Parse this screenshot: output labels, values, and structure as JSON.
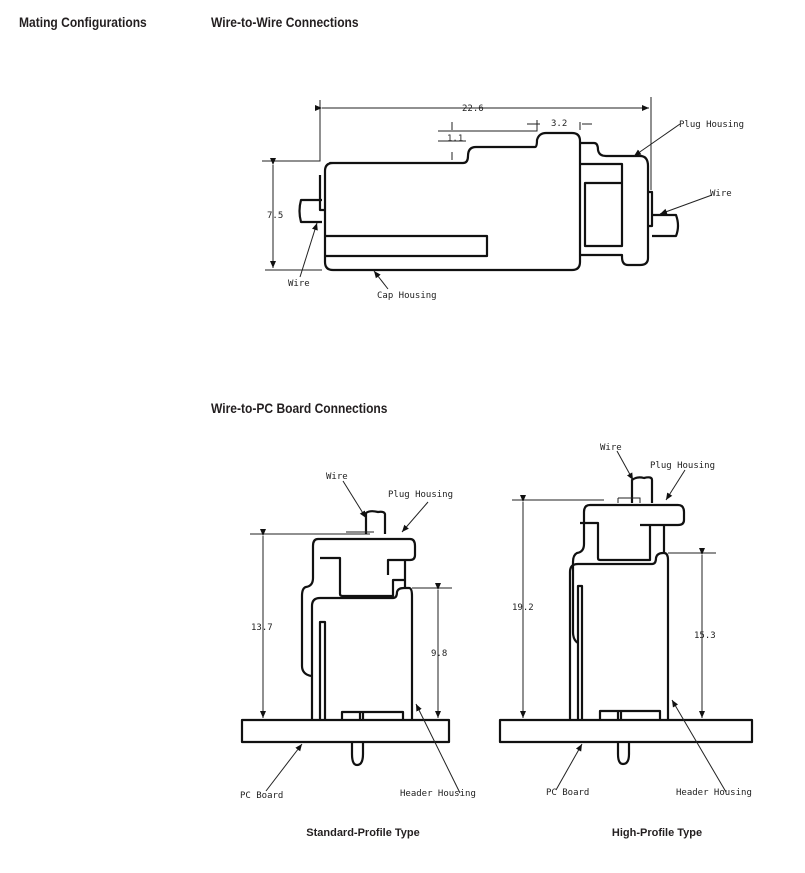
{
  "section_title": "Mating Configurations",
  "wire_to_wire": {
    "title": "Wire-to-Wire Connections",
    "labels": {
      "wire_left": "Wire",
      "cap_housing": "Cap Housing",
      "plug_housing": "Plug Housing",
      "wire_right": "Wire"
    },
    "dims": {
      "length": "22.6",
      "step": "3.2",
      "offset": "1.1",
      "height": "7.5"
    }
  },
  "wire_to_pcb": {
    "title": "Wire-to-PC Board Connections",
    "standard": {
      "caption": "Standard-Profile Type",
      "labels": {
        "wire": "Wire",
        "plug_housing": "Plug Housing",
        "pc_board": "PC Board",
        "header_housing": "Header Housing"
      },
      "dims": {
        "total": "13.7",
        "header": "9.8"
      }
    },
    "high": {
      "caption": "High-Profile Type",
      "labels": {
        "wire": "Wire",
        "plug_housing": "Plug Housing",
        "pc_board": "PC Board",
        "header_housing": "Header Housing"
      },
      "dims": {
        "total": "19.2",
        "header": "15.3"
      }
    }
  }
}
